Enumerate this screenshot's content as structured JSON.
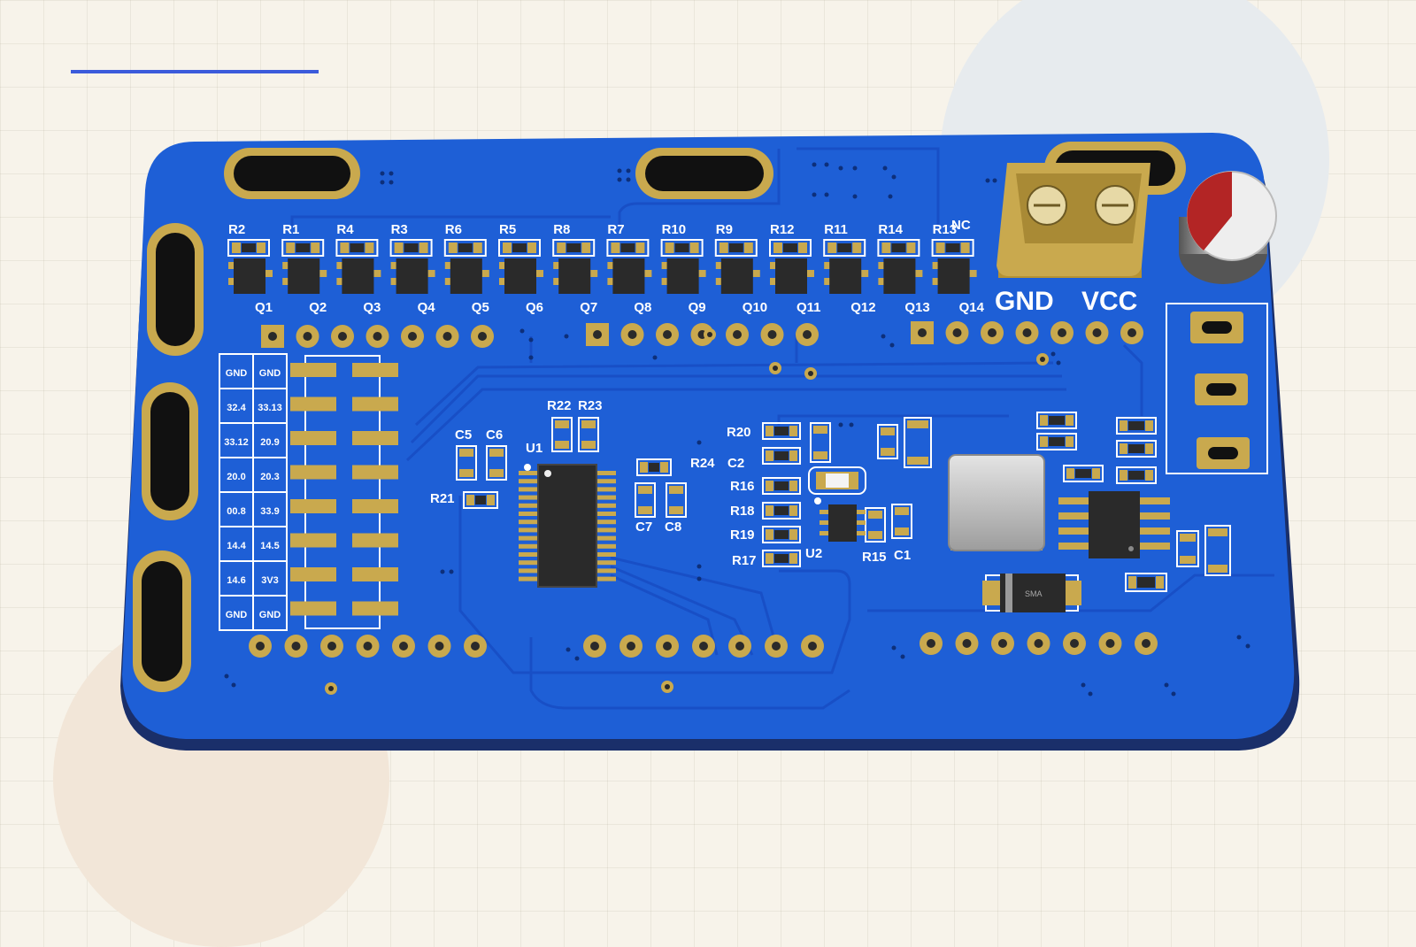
{
  "colors": {
    "board": "#1e5fd6",
    "board_edge": "#1a2f6a",
    "gold": "#c9a94e",
    "silk": "#ffffff",
    "chip": "#2a2a2a",
    "background": "#f7f3ea",
    "accent_line": "#3b5bdb"
  },
  "resistor_row": [
    "R2",
    "R1",
    "R4",
    "R3",
    "R6",
    "R5",
    "R8",
    "R7",
    "R10",
    "R9",
    "R12",
    "R11",
    "R14",
    "R13"
  ],
  "transistor_row": [
    "Q1",
    "Q2",
    "Q3",
    "Q4",
    "Q5",
    "Q6",
    "Q7",
    "Q8",
    "Q9",
    "Q10",
    "Q11",
    "Q12",
    "Q13",
    "Q14"
  ],
  "nc_label": "NC",
  "power_labels": {
    "gnd": "GND",
    "vcc": "VCC"
  },
  "pin_table": [
    [
      "GND",
      "GND"
    ],
    [
      "32.4",
      "33.13"
    ],
    [
      "33.12",
      "20.9"
    ],
    [
      "20.0",
      "20.3"
    ],
    [
      "00.8",
      "33.9"
    ],
    [
      "14.4",
      "14.5"
    ],
    [
      "14.6",
      "3V3"
    ],
    [
      "GND",
      "GND"
    ]
  ],
  "components": {
    "c5": "C5",
    "c6": "C6",
    "r21": "R21",
    "u1": "U1",
    "r22": "R22",
    "r23": "R23",
    "r24": "R24",
    "c2": "C2",
    "c7": "C7",
    "c8": "C8",
    "r20": "R20",
    "r16": "R16",
    "r18": "R18",
    "r19": "R19",
    "r17": "R17",
    "u2": "U2",
    "r15": "R15",
    "c1": "C1"
  },
  "diode_label": "SMA",
  "icons": [
    "xt30-connector-icon",
    "electrolytic-capacitor-icon",
    "mounting-hole-icon",
    "inductor-icon"
  ]
}
